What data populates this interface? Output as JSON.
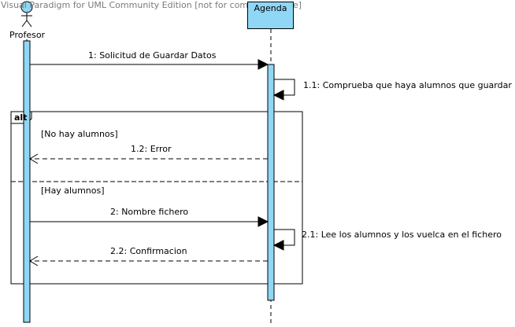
{
  "watermark": "Visual Paradigm for UML Community Edition [not for commercial use]",
  "actor": {
    "name": "Profesor"
  },
  "lifeline": {
    "name": "Agenda"
  },
  "messages": [
    {
      "id": "1",
      "label": "1: Solicitud de Guardar Datos",
      "kind": "sync"
    },
    {
      "id": "1.1",
      "label": "1.1: Comprueba que haya alumnos que guardar",
      "kind": "self"
    },
    {
      "id": "1.2",
      "label": "1.2: Error",
      "kind": "return"
    },
    {
      "id": "2",
      "label": "2: Nombre fichero",
      "kind": "sync"
    },
    {
      "id": "2.1",
      "label": "2.1: Lee los alumnos y los vuelca en el fichero",
      "kind": "self"
    },
    {
      "id": "2.2",
      "label": "2.2: Confirmacion",
      "kind": "return"
    }
  ],
  "fragment": {
    "operator": "alt",
    "guards": [
      "[No hay alumnos]",
      "[Hay alumnos]"
    ]
  },
  "colors": {
    "activation": "#8fd7f5",
    "line": "#000000",
    "watermark": "#7a7a7a"
  }
}
